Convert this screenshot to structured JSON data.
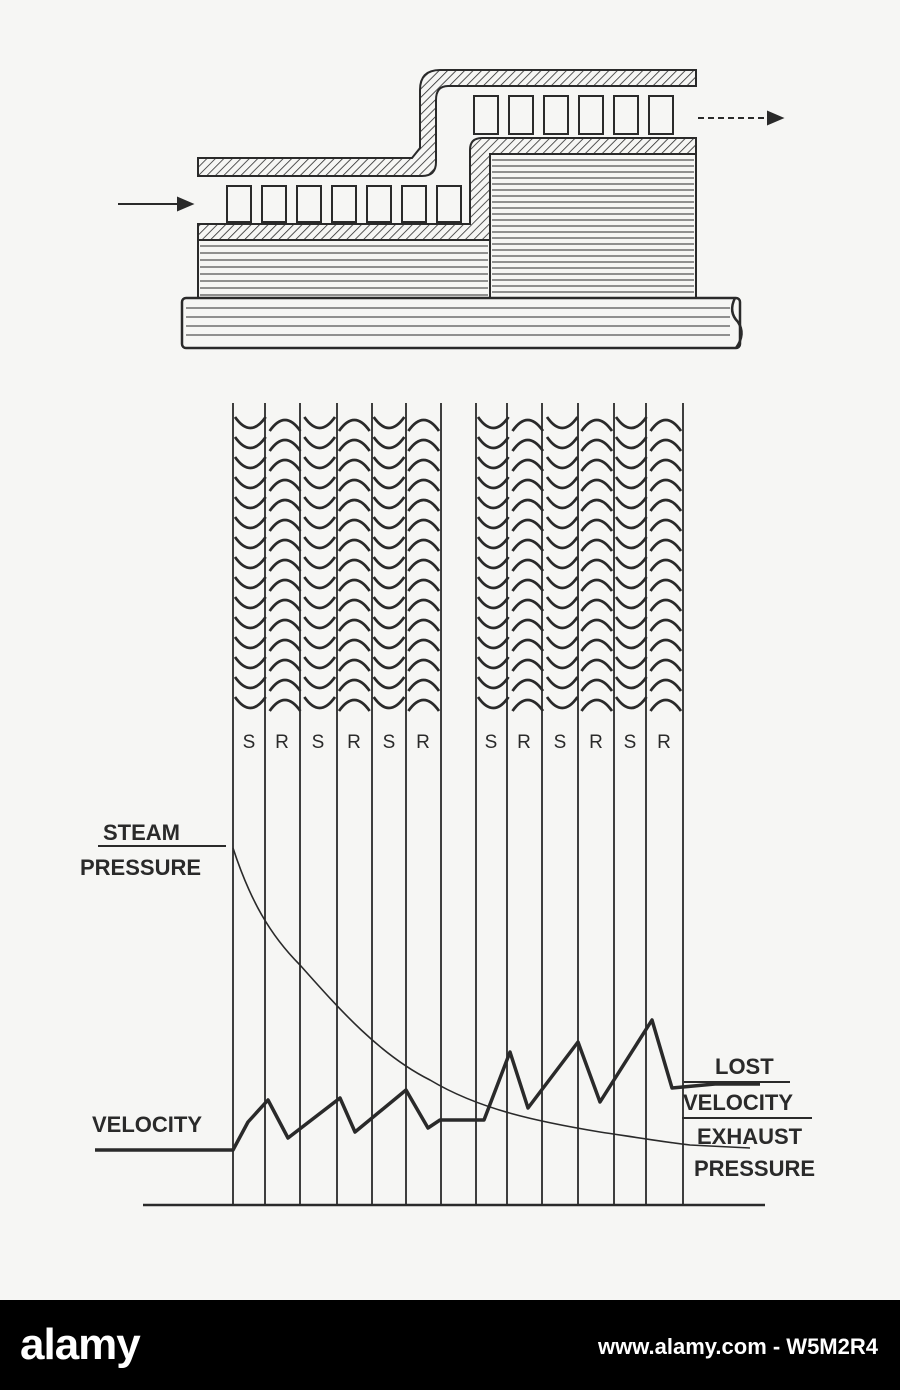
{
  "diagram": {
    "label_steam": "STEAM",
    "label_pressure": "PRESSURE",
    "label_velocity": "VELOCITY",
    "label_lost": "LOST",
    "label_lost_velocity": "VELOCITY",
    "label_exhaust": "EXHAUST",
    "label_exhaust_pressure": "PRESSURE",
    "stage_labels": [
      "S",
      "R",
      "S",
      "R",
      "S",
      "R",
      "S",
      "R",
      "S",
      "R",
      "S",
      "R"
    ]
  },
  "footer": {
    "logo": "alamy",
    "image_id": "www.alamy.com - W5M2R4"
  },
  "colors": {
    "ink": "#2a2a2a",
    "paper": "#f6f6f4",
    "footer_bg": "#000000",
    "footer_text": "#ffffff"
  }
}
